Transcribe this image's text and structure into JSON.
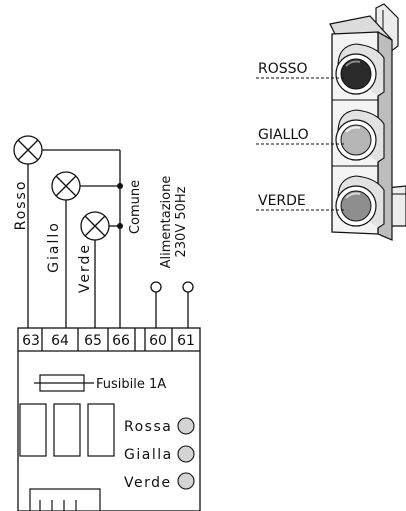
{
  "lamp_labels": {
    "rosso": "Rosso",
    "giallo": "Giallo",
    "verde": "Verde"
  },
  "common_label": "Comune",
  "power_label": {
    "line1": "Alimentazione",
    "line2": "230V 50Hz"
  },
  "terminals": [
    "63",
    "64",
    "65",
    "66",
    "60",
    "61"
  ],
  "fuse_label": "Fusibile 1A",
  "leds": {
    "rossa": "Rossa",
    "gialla": "Gialla",
    "verde": "Verde"
  },
  "traffic_light": {
    "rosso": "ROSSO",
    "giallo": "GIALLO",
    "verde": "VERDE"
  }
}
